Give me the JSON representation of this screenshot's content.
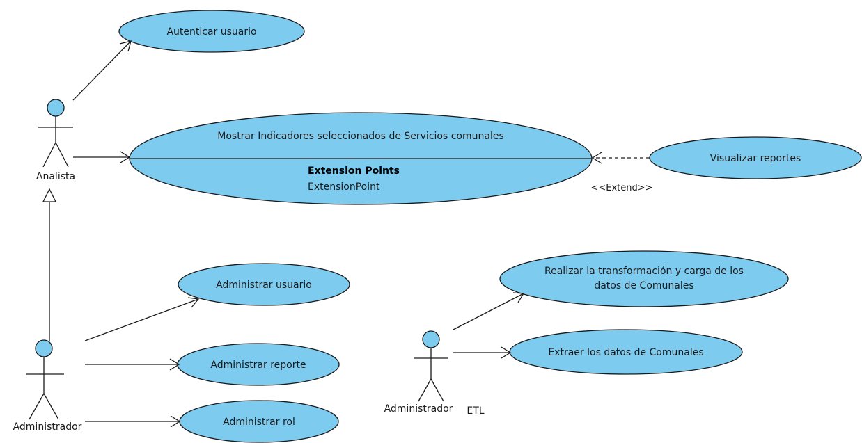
{
  "colors": {
    "use_case_fill": "#7ecbf0",
    "stroke": "#1a1a1a",
    "background": "#ffffff"
  },
  "actors": {
    "analista": "Analista",
    "administrador": "Administrador",
    "administrador_etl": "Administrador",
    "administrador_etl_suffix": "ETL"
  },
  "use_cases": {
    "autenticar_usuario": "Autenticar usuario",
    "mostrar_indicadores": "Mostrar Indicadores seleccionados de Servicios comunales",
    "extension_points_title": "Extension Points",
    "extension_point": "ExtensionPoint",
    "visualizar_reportes": "Visualizar reportes",
    "administrar_usuario": "Administrar usuario",
    "administrar_reporte": "Administrar reporte",
    "administrar_rol": "Administrar rol",
    "realizar_transformacion_line1": "Realizar la transformación y carga de los",
    "realizar_transformacion_line2": "datos de Comunales",
    "extraer_datos": "Extraer los datos de Comunales"
  },
  "relations": {
    "extend_label": "<<Extend>>"
  }
}
